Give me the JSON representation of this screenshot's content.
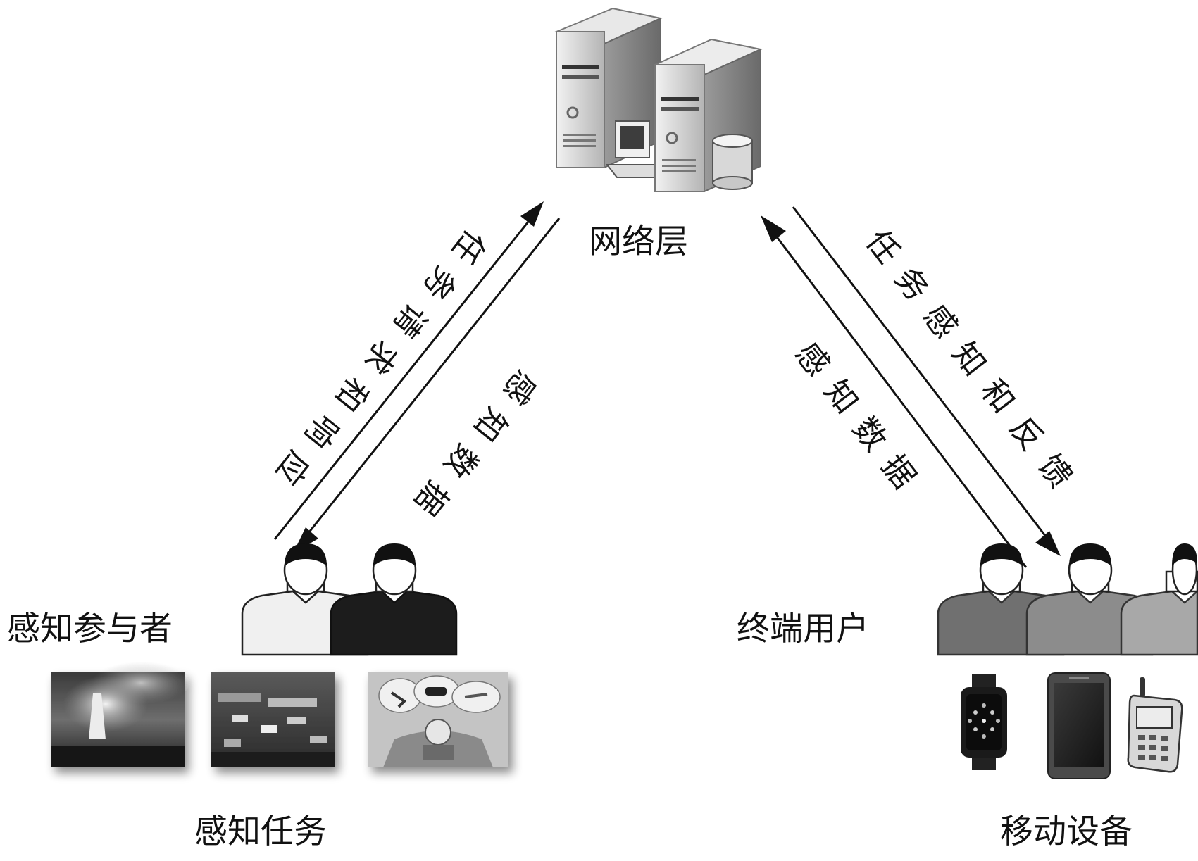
{
  "nodes": {
    "network_layer": "网络层",
    "participants": "感知参与者",
    "end_users": "终端用户",
    "sensing_tasks": "感知任务",
    "mobile_devices": "移动设备"
  },
  "edges": {
    "left_up": "任务请求和响应",
    "left_down": "感知数据",
    "right_down": "任务感知和反馈",
    "right_up": "感知数据"
  },
  "colors": {
    "ink": "#111111",
    "server_body": "#d4d4d4",
    "participant_1": "#f0f0f0",
    "participant_2": "#1c1c1c",
    "end_user_1": "#707070",
    "end_user_2": "#8c8c8c",
    "end_user_3": "#a8a8a8"
  },
  "icons": {
    "server": "server-icon",
    "person": "person-icon",
    "smartwatch": "smartwatch-icon",
    "smartphone": "smartphone-icon",
    "feature_phone": "feature-phone-icon"
  },
  "photos": [
    "smoke-stack-photo",
    "traffic-jam-photo",
    "commuter-thoughts-photo"
  ]
}
